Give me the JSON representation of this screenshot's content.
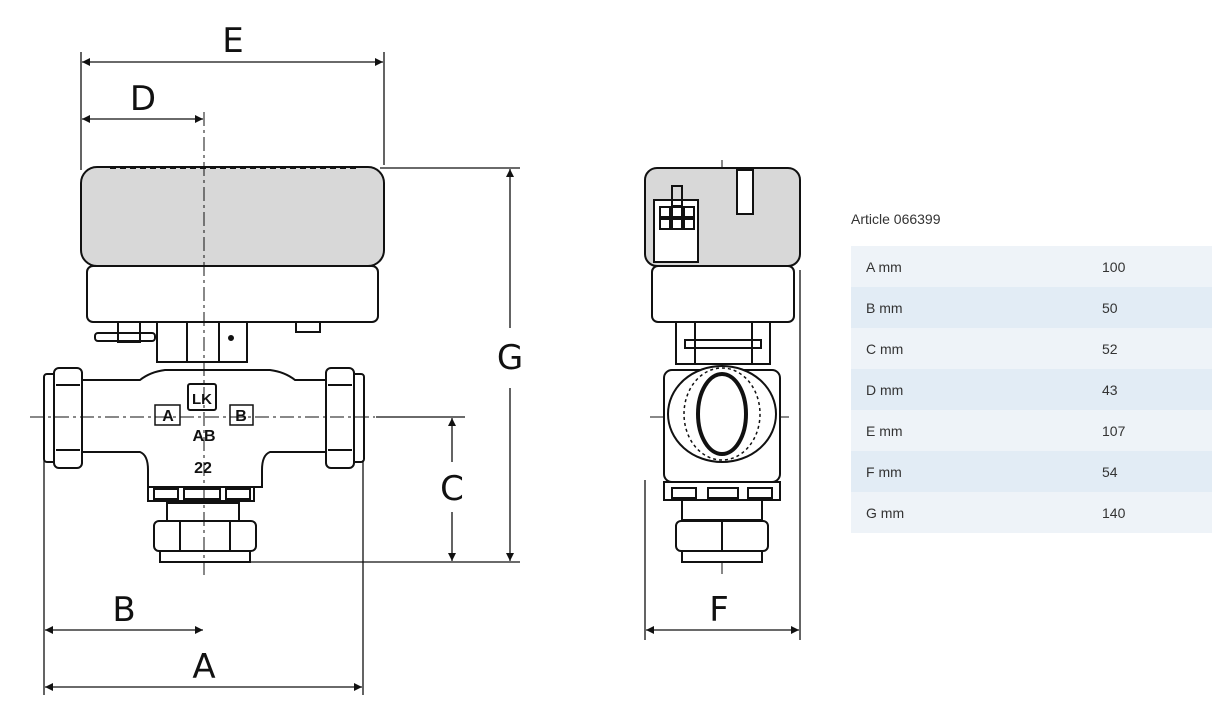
{
  "drawing": {
    "dimension_labels": {
      "A": "A",
      "B": "B",
      "C": "C",
      "D": "D",
      "E": "E",
      "F": "F",
      "G": "G"
    },
    "body_markings": {
      "logo": "LK",
      "port_a": "A",
      "port_b": "B",
      "port_ab": "AB",
      "size": "22"
    }
  },
  "article": {
    "title": "Article 066399",
    "rows": [
      {
        "label": "A mm",
        "value": "100"
      },
      {
        "label": "B mm",
        "value": "50"
      },
      {
        "label": "C mm",
        "value": "52"
      },
      {
        "label": "D mm",
        "value": "43"
      },
      {
        "label": "E mm",
        "value": "107"
      },
      {
        "label": "F mm",
        "value": "54"
      },
      {
        "label": "G mm",
        "value": "140"
      }
    ]
  }
}
